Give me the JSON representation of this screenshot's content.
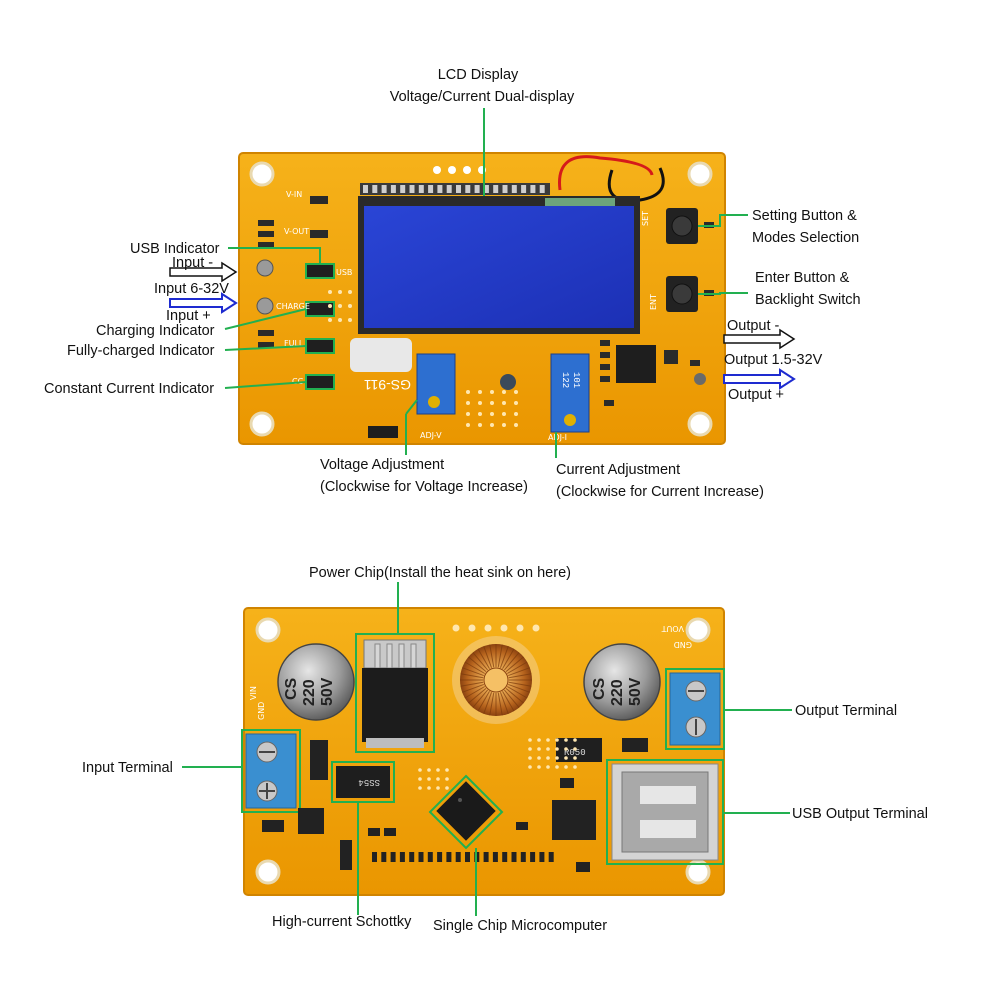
{
  "colors": {
    "pcb": "#f2a000",
    "pcb_edge": "#e08d00",
    "leader": "#22b050",
    "lcd": "#2438c8",
    "terminal": "#3a8fd0",
    "arrow_blue": "#1e2bd0"
  },
  "front": {
    "labels": {
      "lcd_display": "LCD Display",
      "lcd_sub": "Voltage/Current Dual-display",
      "setting_button": "Setting Button &",
      "setting_sub": "Modes Selection",
      "enter_button": "Enter Button &",
      "enter_sub": "Backlight Switch",
      "usb_indicator": "USB Indicator",
      "input_minus": "Input -",
      "input_range": "Input 6-32V",
      "input_plus": "Input +",
      "charging_indicator": "Charging Indicator",
      "fully_charged_indicator": "Fully-charged Indicator",
      "constant_current_indicator": "Constant Current Indicator",
      "output_minus": "Output -",
      "output_range": "Output 1.5-32V",
      "output_plus": "Output +",
      "voltage_adjustment": "Voltage Adjustment",
      "voltage_sub": "(Clockwise for Voltage Increase)",
      "current_adjustment": "Current Adjustment",
      "current_sub": "(Clockwise for Current Increase)"
    },
    "silkscreen": {
      "v_in": "V-IN",
      "v_out": "V-OUT",
      "usb": "USB",
      "charge": "CHARGE",
      "full": "FULL",
      "cc": "CC",
      "set": "SET",
      "ent": "ENT",
      "adj_v": "ADJ-V",
      "adj_i": "ADJ-I",
      "model": "GS-911",
      "pot_code": "101",
      "pot_code2": "122"
    }
  },
  "back": {
    "labels": {
      "power_chip": "Power Chip(Install the heat sink on here)",
      "output_terminal": "Output Terminal",
      "input_terminal": "Input Terminal",
      "usb_output_terminal": "USB Output Terminal",
      "schottky": "High-current Schottky",
      "mcu": "Single Chip Microcomputer"
    },
    "silkscreen": {
      "cap1_a": "CS",
      "cap1_b": "220",
      "cap1_c": "50V",
      "cap2_a": "CS",
      "cap2_b": "220",
      "cap2_c": "50V",
      "resistor": "R050",
      "diode": "SS54",
      "vin": "VIN",
      "gnd_left": "GND",
      "vout": "VOUT",
      "gnd_right": "GND"
    }
  }
}
